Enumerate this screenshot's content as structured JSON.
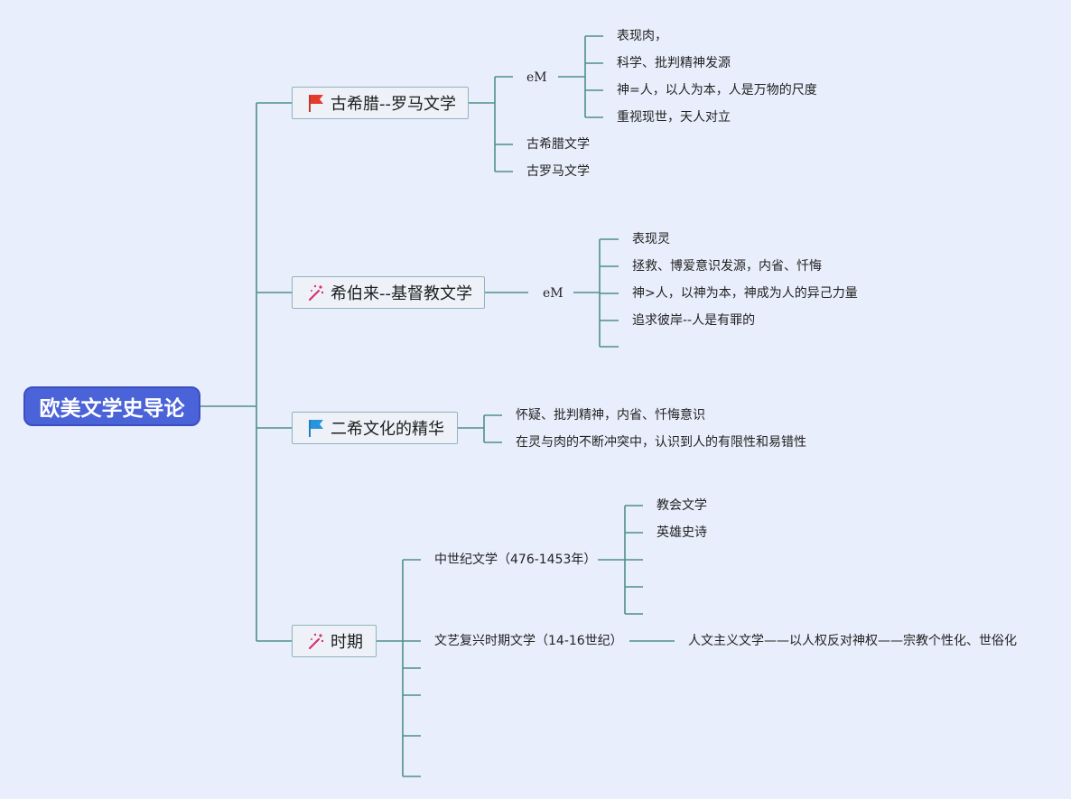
{
  "root": {
    "label": "欧美文学史导论"
  },
  "branches": [
    {
      "label": "古希腊--罗马文学",
      "icon": "red-flag-icon",
      "children": [
        {
          "label": "eM",
          "children": [
            "表现肉，",
            "科学、批判精神发源",
            "神=人，以人为本，人是万物的尺度",
            "重视现世，天人对立"
          ]
        },
        {
          "label": "古希腊文学"
        },
        {
          "label": "古罗马文学"
        }
      ]
    },
    {
      "label": "希伯来--基督教文学",
      "icon": "sparkle-wand-icon",
      "children": [
        {
          "label": "eM",
          "children": [
            "表现灵",
            "拯救、博爱意识发源，内省、忏悔",
            "神>人，以神为本，神成为人的异己力量",
            "追求彼岸--人是有罪的",
            ""
          ]
        }
      ]
    },
    {
      "label": "二希文化的精华",
      "icon": "blue-flag-icon",
      "children": [
        {
          "label": "怀疑、批判精神，内省、忏悔意识"
        },
        {
          "label": "在灵与肉的不断冲突中，认识到人的有限性和易错性"
        }
      ]
    },
    {
      "label": "时期",
      "icon": "sparkle-wand-icon",
      "children": [
        {
          "label": "中世纪文学（476-1453年）",
          "children": [
            "教会文学",
            "英雄史诗",
            "",
            ""
          ]
        },
        {
          "label": "文艺复兴时期文学（14-16世纪）",
          "children": [
            "人文主义文学——以人权反对神权——宗教个性化、世俗化"
          ]
        },
        {
          "label": ""
        },
        {
          "label": ""
        },
        {
          "label": ""
        },
        {
          "label": ""
        }
      ]
    }
  ],
  "colors": {
    "line": "#4f8f8a",
    "root_fill": "#4a63d8",
    "branch_border": "#8fb4bc",
    "background": "#e8eefb"
  }
}
